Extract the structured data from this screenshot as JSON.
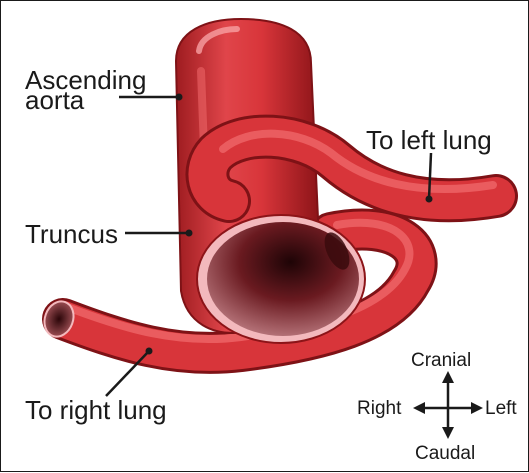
{
  "labels": {
    "ascending_line1": "Ascending",
    "ascending_line2": "aorta",
    "truncus": "Truncus",
    "to_left_lung": "To left lung",
    "to_right_lung": "To right lung"
  },
  "compass": {
    "up": "Cranial",
    "down": "Caudal",
    "left": "Right",
    "right": "Left"
  },
  "colors": {
    "vessel": "#d8353a",
    "vessel_highlight": "#f06a6c",
    "vessel_shadow": "#8c1418",
    "lumen_inner": "#5a1418",
    "lumen_rim": "#f3b9bd",
    "text": "#1a1a1a"
  }
}
